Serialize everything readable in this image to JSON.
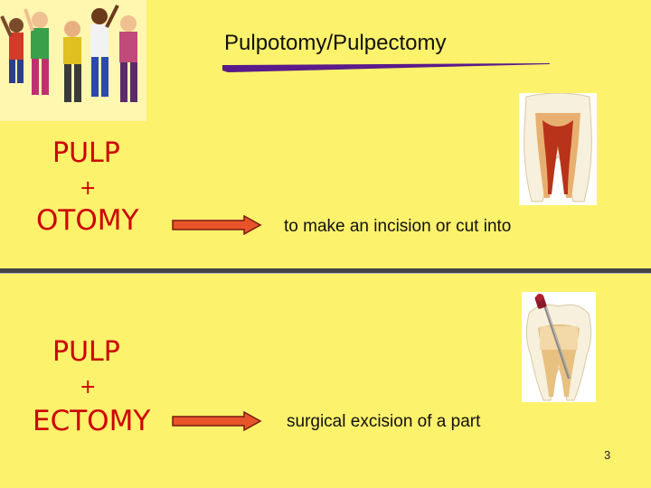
{
  "slide": {
    "title": "Pulpotomy/Pulpectomy",
    "page_number": "3"
  },
  "terms": [
    {
      "root": "PULP",
      "plus": "+",
      "suffix": "OTOMY",
      "definition": "to make an incision or cut into"
    },
    {
      "root": "PULP",
      "plus": "+",
      "suffix": "ECTOMY",
      "definition": "surgical excision of a part"
    }
  ],
  "colors": {
    "background": "#fdf26b",
    "term_text": "#cc0000",
    "arrow_fill": "#e8542a",
    "title_rule": "#5a1a8a"
  },
  "icons": {
    "photo": "children-jumping-photo",
    "tooth_top": "tooth-pulpotomy-icon",
    "tooth_bottom": "tooth-pulpectomy-icon"
  }
}
